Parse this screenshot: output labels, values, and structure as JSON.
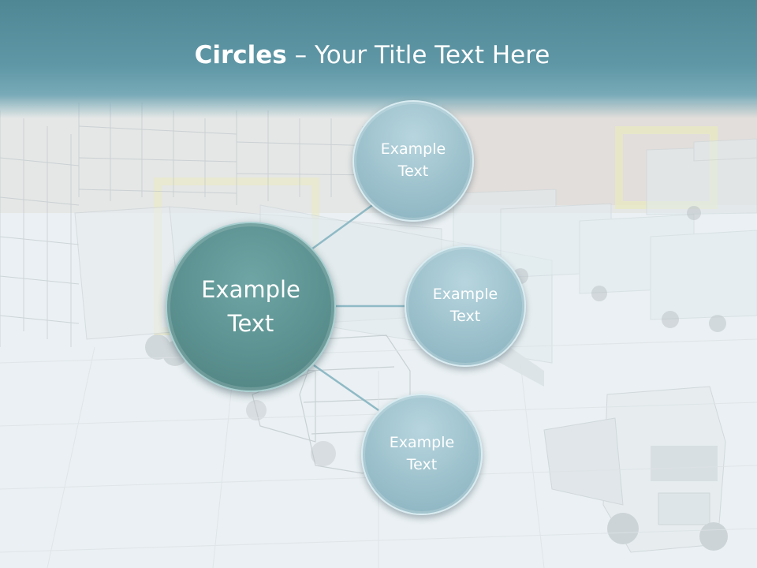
{
  "slide": {
    "title_bold": "Circles",
    "title_rest": " – Your Title Text Here"
  },
  "diagram": {
    "center": {
      "label": "Example\nText"
    },
    "nodes": [
      {
        "label": "Example\nText"
      },
      {
        "label": "Example\nText"
      },
      {
        "label": "Example\nText"
      }
    ]
  },
  "colors": {
    "header": "#5f97a6",
    "center_circle": "#5b9190",
    "node_circle": "#9cc1cc",
    "connector": "#8fbac6"
  }
}
